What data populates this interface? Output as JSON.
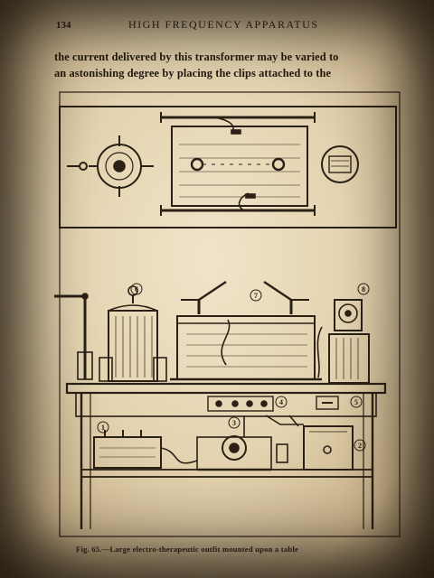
{
  "page": {
    "number": "134",
    "running_head": "HIGH FREQUENCY APPARATUS",
    "body_lines": [
      "the current delivered by this transformer may be varied to",
      "an astonishing degree by placing the clips attached to the"
    ],
    "caption": "Fig. 65.—Large electro-therapeutic outfit mounted upon a table"
  },
  "figure": {
    "callouts": [
      "1",
      "2",
      "3",
      "4",
      "5",
      "6",
      "7",
      "8"
    ]
  }
}
